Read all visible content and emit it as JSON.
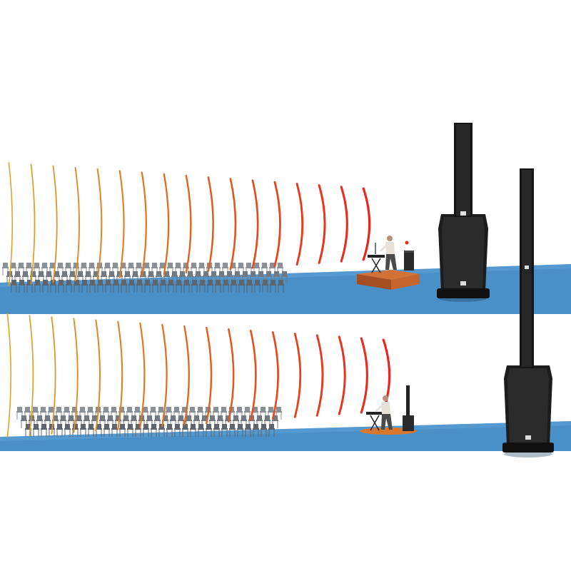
{
  "scenes": [
    {
      "id": "top-scene",
      "wave_count": 17,
      "chair_rows": 3,
      "stage": "raised-platform",
      "speaker": "column-speaker-with-subwoofer"
    },
    {
      "id": "bottom-scene",
      "wave_count": 18,
      "chair_rows": 3,
      "stage": "floor-level",
      "speaker": "column-speaker-with-subwoofer"
    }
  ],
  "colors": {
    "background": "#ffffff",
    "floor": "#4a90c8",
    "floor_shadow": "#3b7fb6",
    "wave_near": "#e8261e",
    "wave_mid": "#e0641c",
    "wave_far": "#e2a32a",
    "stage": "#c8642e",
    "stage_side": "#a44e22",
    "speaker_body": "#1c1c1c",
    "speaker_grille": "#2b2b2b",
    "chair": "#6f757c",
    "performer_shirt": "#e6e2da",
    "performer_pants": "#4a4a4a"
  },
  "icons": [
    "column-speaker-icon",
    "subwoofer-icon",
    "performer-icon",
    "keyboard-stand-icon",
    "chair-icon"
  ]
}
